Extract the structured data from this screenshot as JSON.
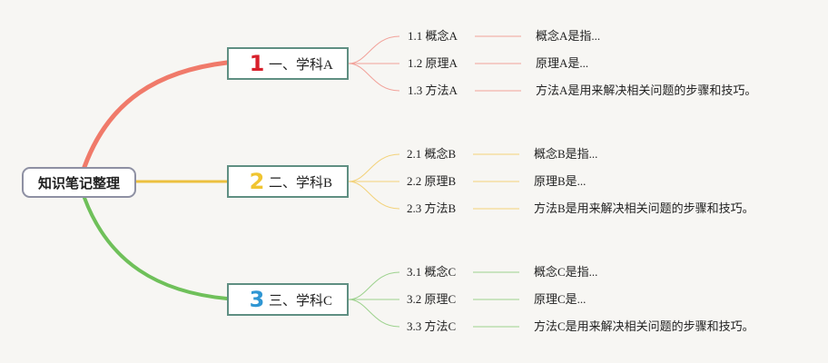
{
  "root": {
    "label": "知识笔记整理"
  },
  "branches": [
    {
      "number": "1",
      "label": "一、学科A",
      "color": "#f07a6a",
      "leafColor": "#f2a29a",
      "leaves": [
        {
          "label": "1.1 概念A",
          "desc": "概念A是指..."
        },
        {
          "label": "1.2 原理A",
          "desc": "原理A是..."
        },
        {
          "label": "1.3 方法A",
          "desc": "方法A是用来解决相关问题的步骤和技巧。"
        }
      ]
    },
    {
      "number": "2",
      "label": "二、学科B",
      "color": "#ecc03e",
      "leafColor": "#f3d27a",
      "leaves": [
        {
          "label": "2.1 概念B",
          "desc": "概念B是指..."
        },
        {
          "label": "2.2 原理B",
          "desc": "原理B是..."
        },
        {
          "label": "2.3 方法B",
          "desc": "方法B是用来解决相关问题的步骤和技巧。"
        }
      ]
    },
    {
      "number": "3",
      "label": "三、学科C",
      "color": "#6fc05a",
      "leafColor": "#9dd28e",
      "leaves": [
        {
          "label": "3.1 概念C",
          "desc": "概念C是指..."
        },
        {
          "label": "3.2 原理C",
          "desc": "原理C是..."
        },
        {
          "label": "3.3 方法C",
          "desc": "方法C是用来解决相关问题的步骤和技巧。"
        }
      ]
    }
  ]
}
